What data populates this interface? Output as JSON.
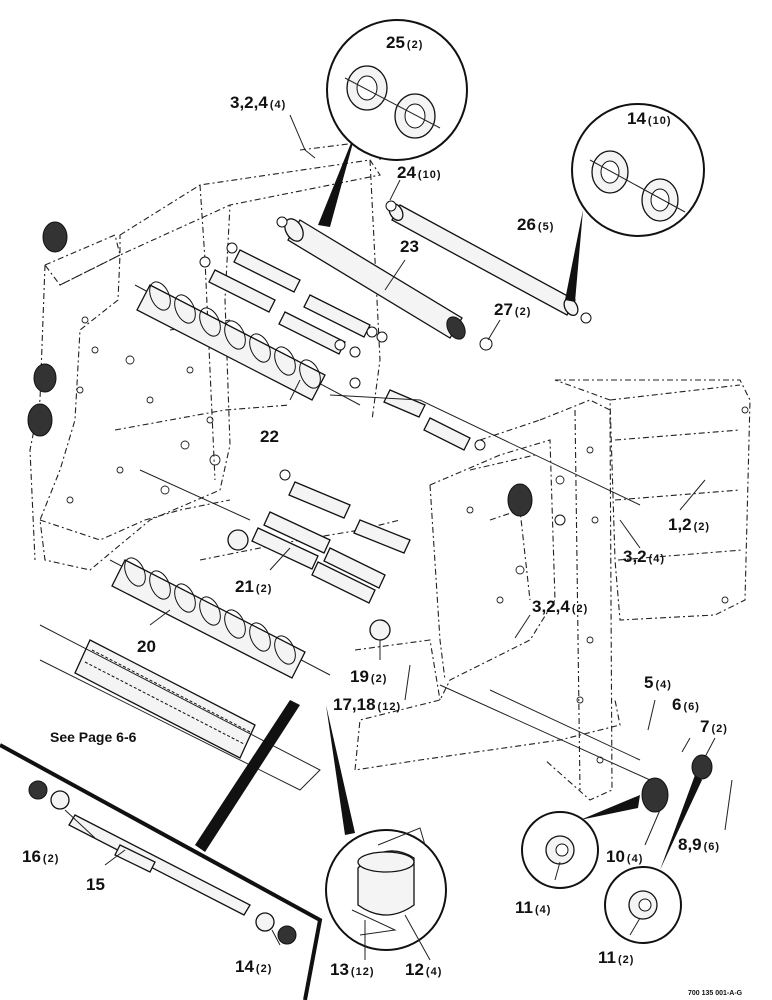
{
  "diagram": {
    "labels": [
      {
        "id": "l25",
        "num": "25",
        "qty": "(2)"
      },
      {
        "id": "l3",
        "num": "3,2,4",
        "qty": "(4)"
      },
      {
        "id": "l24",
        "num": "24",
        "qty": "(10)"
      },
      {
        "id": "l14a",
        "num": "14",
        "qty": "(10)"
      },
      {
        "id": "l23",
        "num": "23",
        "qty": ""
      },
      {
        "id": "l26",
        "num": "26",
        "qty": "(5)"
      },
      {
        "id": "l27",
        "num": "27",
        "qty": "(2)"
      },
      {
        "id": "l22",
        "num": "22",
        "qty": ""
      },
      {
        "id": "l1",
        "num": "1,2",
        "qty": "(2)"
      },
      {
        "id": "l32",
        "num": "3,2",
        "qty": "(4)"
      },
      {
        "id": "l21",
        "num": "21",
        "qty": "(2)"
      },
      {
        "id": "l324",
        "num": "3,2,4",
        "qty": "(2)"
      },
      {
        "id": "l20",
        "num": "20",
        "qty": ""
      },
      {
        "id": "l19",
        "num": "19",
        "qty": "(2)"
      },
      {
        "id": "l5",
        "num": "5",
        "qty": "(4)"
      },
      {
        "id": "l6",
        "num": "6",
        "qty": "(6)"
      },
      {
        "id": "l7",
        "num": "7",
        "qty": "(2)"
      },
      {
        "id": "l17",
        "num": "17,18",
        "qty": "(12)"
      },
      {
        "id": "l10",
        "num": "10",
        "qty": "(4)"
      },
      {
        "id": "l89",
        "num": "8,9",
        "qty": "(6)"
      },
      {
        "id": "l16",
        "num": "16",
        "qty": "(2)"
      },
      {
        "id": "l15",
        "num": "15",
        "qty": ""
      },
      {
        "id": "l11a",
        "num": "11",
        "qty": "(4)"
      },
      {
        "id": "l11b",
        "num": "11",
        "qty": "(2)"
      },
      {
        "id": "l14b",
        "num": "14",
        "qty": "(2)"
      },
      {
        "id": "l13",
        "num": "13",
        "qty": "(12)"
      },
      {
        "id": "l12",
        "num": "12",
        "qty": "(4)"
      }
    ],
    "note": "See Page 6-6",
    "drawing_code": "700 135 001-A-G"
  }
}
